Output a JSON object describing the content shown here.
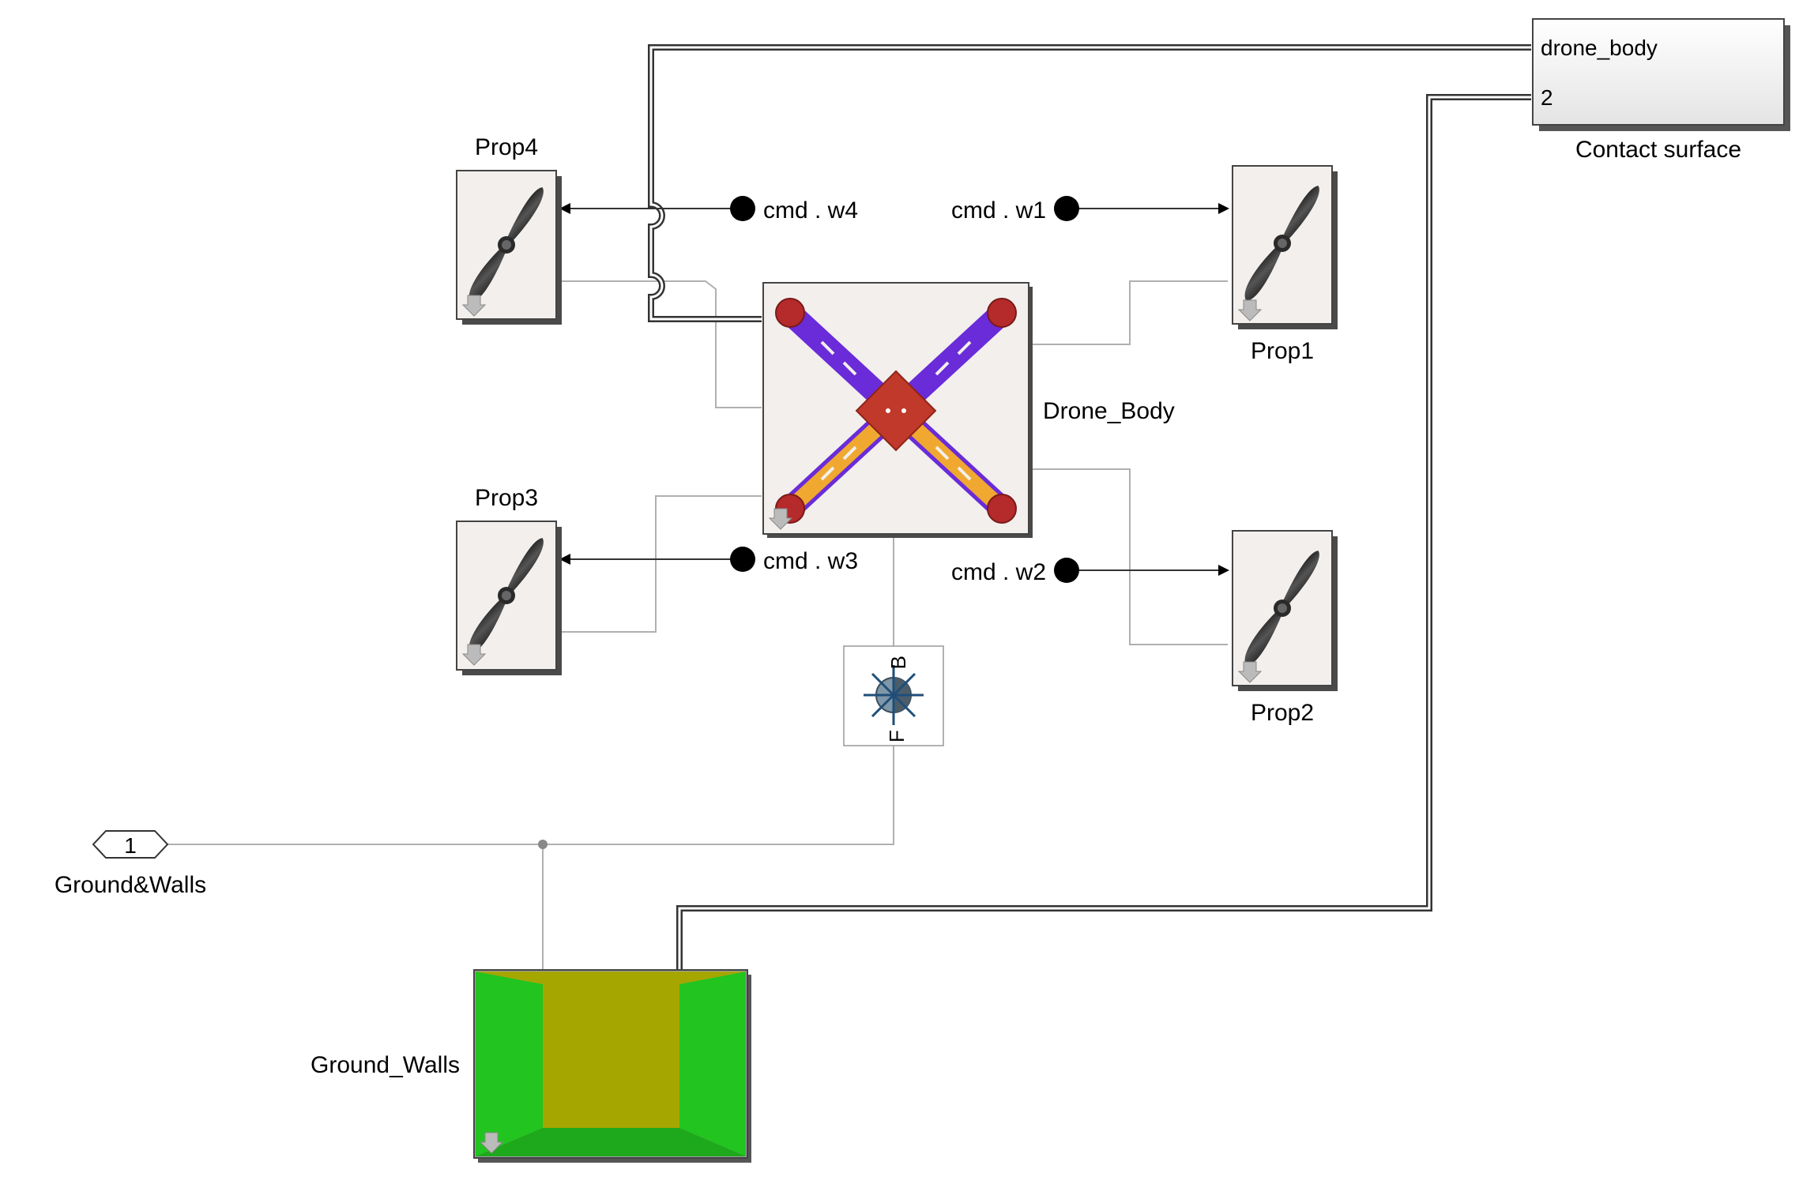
{
  "blocks": {
    "prop4": {
      "label": "Prop4",
      "icon": "propeller-icon"
    },
    "prop3": {
      "label": "Prop3",
      "icon": "propeller-icon"
    },
    "prop1": {
      "label": "Prop1",
      "icon": "propeller-icon"
    },
    "prop2": {
      "label": "Prop2",
      "icon": "propeller-icon"
    },
    "drone_body": {
      "label": "Drone_Body",
      "icon": "quadcopter-frame-icon"
    },
    "contact_surface": {
      "label": "Contact surface",
      "port1": "drone_body",
      "port2": "2"
    },
    "ground_walls": {
      "label": "Ground_Walls",
      "icon": "ground-walls-box-icon"
    },
    "connection_port": {
      "label": "Ground&Walls",
      "number": "1"
    },
    "frame_transform": {
      "label_b": "B",
      "label_f": "F",
      "icon": "sphere-frame-icon"
    }
  },
  "signals": {
    "w1": "cmd . w1",
    "w2": "cmd . w2",
    "w3": "cmd . w3",
    "w4": "cmd . w4"
  },
  "colors": {
    "block_bg": "#f2efec",
    "connection_line": "#b0b0b0",
    "signal_line": "#333333",
    "drone_red": "#c0392b",
    "drone_purple": "#6a2bd9",
    "drone_orange": "#f0a830",
    "ground_green": "#22c41f",
    "ground_olive": "#a6a600"
  }
}
